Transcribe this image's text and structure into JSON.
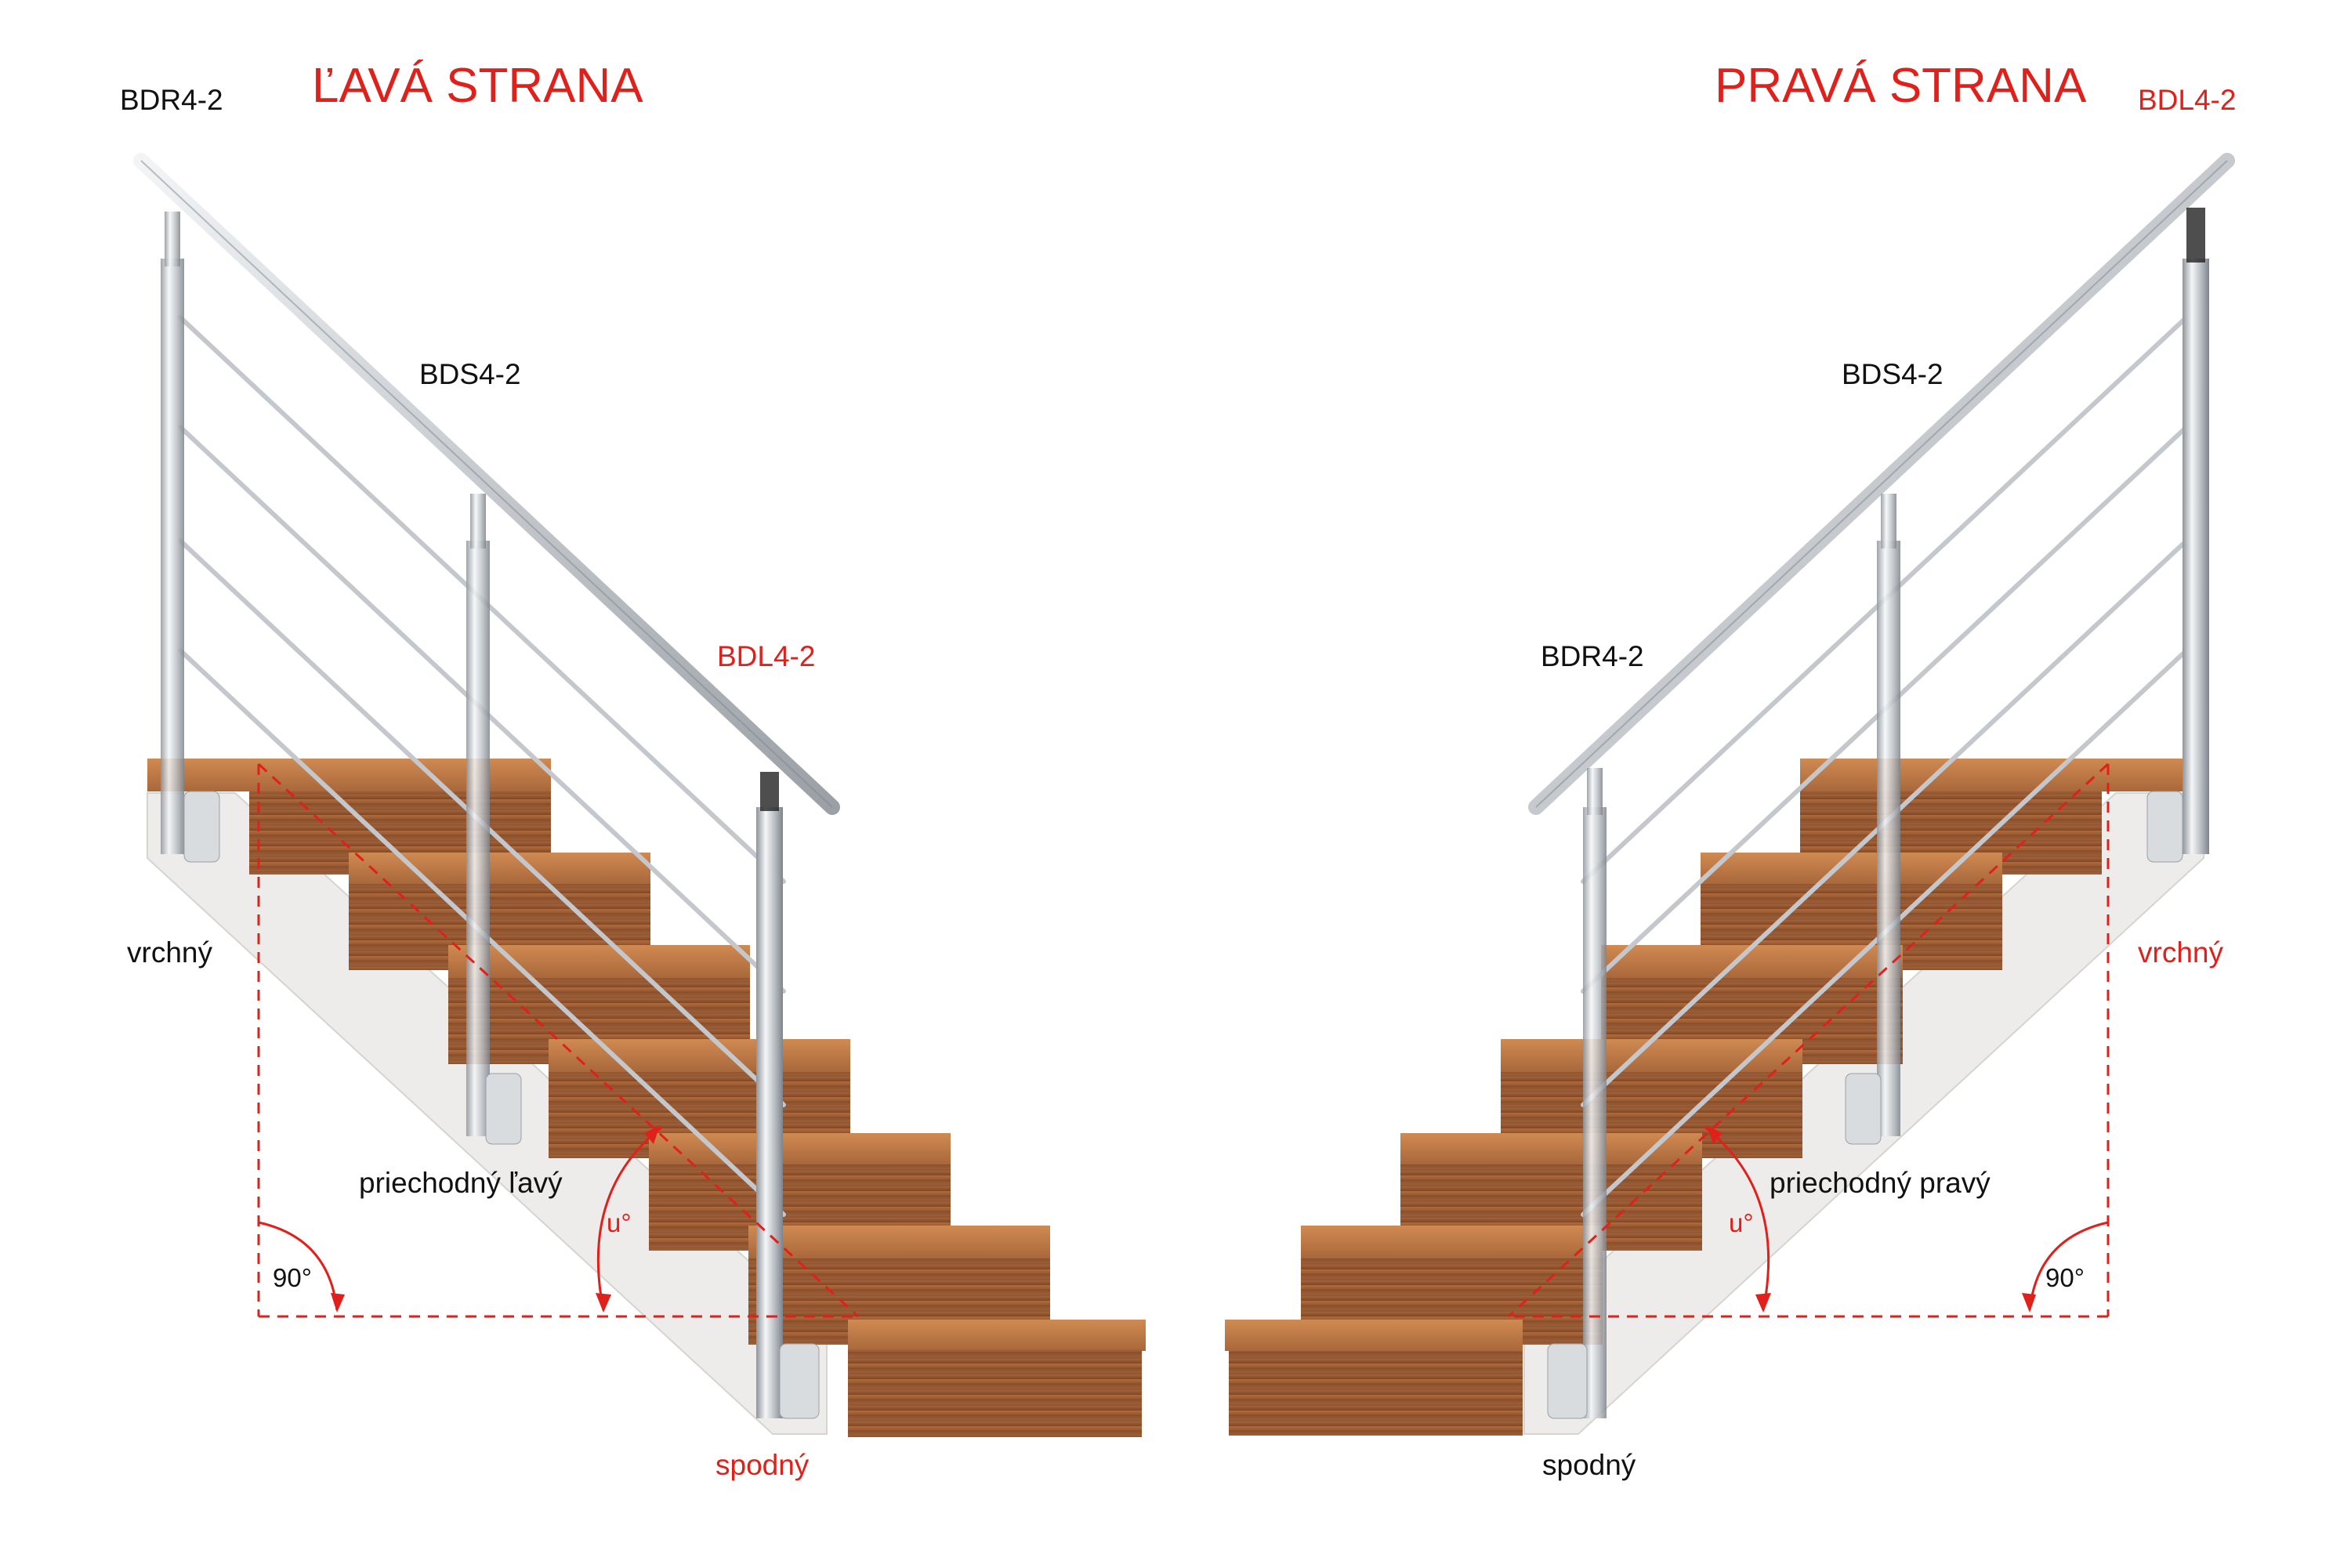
{
  "left_side": {
    "title": "ĽAVÁ STRANA",
    "top_post_code": "BDR4-2",
    "middle_post_code": "BDS4-2",
    "bottom_post_code": "BDL4-2",
    "top_label": "vrchný",
    "middle_label": "priechodný ľavý",
    "bottom_label": "spodný",
    "stair_angle_label": "u°",
    "right_angle_label": "90°"
  },
  "right_side": {
    "title": "PRAVÁ STRANA",
    "top_post_code": "BDL4-2",
    "middle_post_code": "BDS4-2",
    "bottom_post_code": "BDR4-2",
    "top_label": "vrchný",
    "middle_label": "priechodný pravý",
    "bottom_label": "spodný",
    "stair_angle_label": "u°",
    "right_angle_label": "90°"
  },
  "colors": {
    "accent_red": "#e0201b",
    "text_black": "#111111",
    "wood": "#9a5a33",
    "wood_edge": "#c27a45",
    "stringer": "#ecebe8",
    "steel": "#c9cdd1"
  }
}
